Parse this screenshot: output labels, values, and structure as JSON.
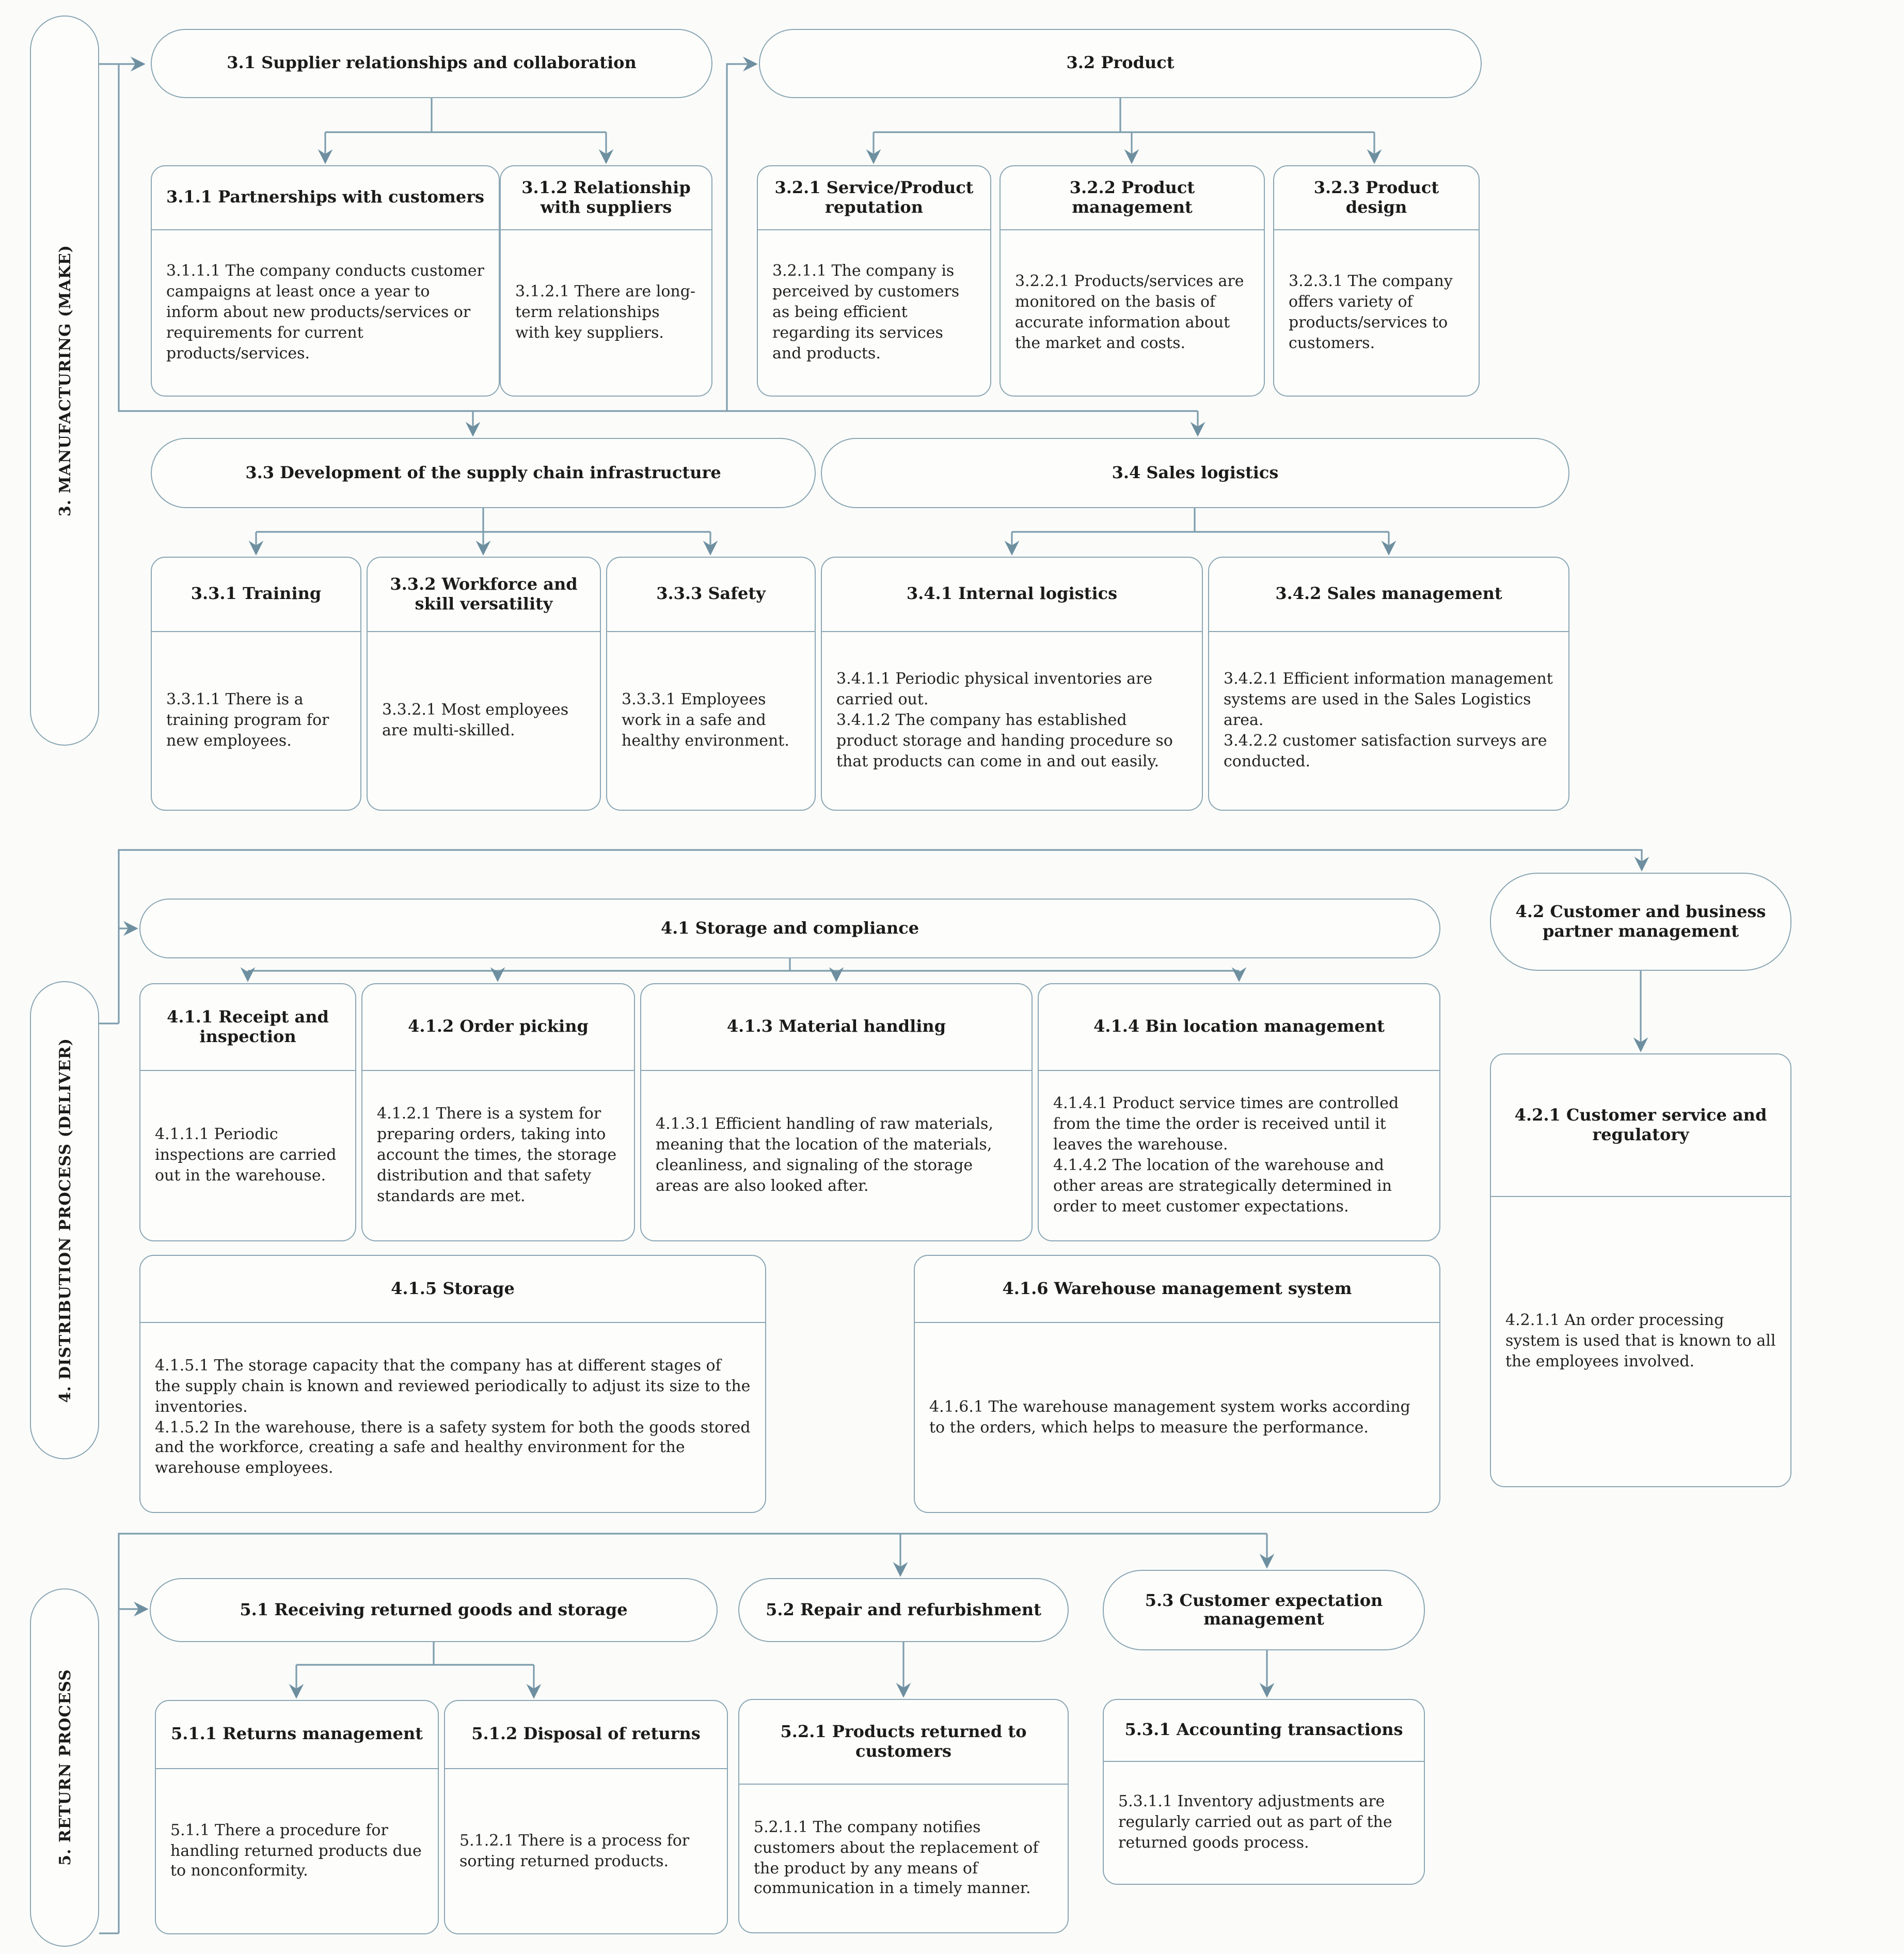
{
  "palette": {
    "box_border": "#8aa6b4",
    "connector": "#7e9dad",
    "arrowhead": "#6d8fa0",
    "background": "#fbfcfa",
    "text": "#1b1b1b"
  },
  "lanes": {
    "make": "3. MANUFACTURING (MAKE)",
    "deliver": "4. DISTRIBUTION PROCESS (DELIVER)",
    "return": "5. RETURN PROCESS"
  },
  "sections": {
    "make": {
      "groups": {
        "g31": {
          "title": "3.1 Supplier relationships and collaboration",
          "children": {
            "c311": {
              "title": "3.1.1 Partnerships with customers",
              "statements": [
                "3.1.1.1 The company conducts customer campaigns at least once a year to inform about new products/services or requirements for current products/services."
              ]
            },
            "c312": {
              "title": "3.1.2 Relationship with suppliers",
              "statements": [
                "3.1.2.1 There are long-term relationships with key suppliers."
              ]
            }
          }
        },
        "g32": {
          "title": "3.2 Product",
          "children": {
            "c321": {
              "title": "3.2.1 Service/Product reputation",
              "statements": [
                "3.2.1.1 The company is perceived by customers as being efficient regarding its services and products."
              ]
            },
            "c322": {
              "title": "3.2.2 Product management",
              "statements": [
                "3.2.2.1 Products/services are monitored on the basis of accurate information about the market and costs."
              ]
            },
            "c323": {
              "title": "3.2.3 Product design",
              "statements": [
                "3.2.3.1 The company offers variety of products/services to customers."
              ]
            }
          }
        },
        "g33": {
          "title": "3.3 Development of the supply chain infrastructure",
          "children": {
            "c331": {
              "title": "3.3.1 Training",
              "statements": [
                "3.3.1.1 There is a training program for new employees."
              ]
            },
            "c332": {
              "title": "3.3.2 Workforce and skill versatility",
              "statements": [
                "3.3.2.1 Most employees are multi-skilled."
              ]
            },
            "c333": {
              "title": "3.3.3 Safety",
              "statements": [
                "3.3.3.1 Employees work in a safe and healthy environment."
              ]
            }
          }
        },
        "g34": {
          "title": "3.4 Sales logistics",
          "children": {
            "c341": {
              "title": "3.4.1 Internal logistics",
              "statements": [
                "3.4.1.1 Periodic physical inventories are carried out.",
                "3.4.1.2 The company has established product storage and handing procedure so that products can come in and out easily."
              ]
            },
            "c342": {
              "title": "3.4.2 Sales management",
              "statements": [
                "3.4.2.1 Efficient information management systems are used in the Sales Logistics area.",
                "3.4.2.2 customer satisfaction surveys are conducted."
              ]
            }
          }
        }
      }
    },
    "deliver": {
      "groups": {
        "g41": {
          "title": "4.1 Storage and compliance",
          "children": {
            "c411": {
              "title": "4.1.1 Receipt and inspection",
              "statements": [
                "4.1.1.1 Periodic inspections are carried out in the warehouse."
              ]
            },
            "c412": {
              "title": "4.1.2 Order picking",
              "statements": [
                "4.1.2.1 There is a system for preparing orders, taking into account the times, the storage distribution and that safety standards are met."
              ]
            },
            "c413": {
              "title": "4.1.3 Material handling",
              "statements": [
                "4.1.3.1 Efficient handling of raw materials, meaning that the location of the materials, cleanliness, and signaling of the storage areas are also looked after."
              ]
            },
            "c414": {
              "title": "4.1.4 Bin location management",
              "statements": [
                "4.1.4.1 Product service times are controlled from the time the order is received until it leaves the warehouse.",
                "4.1.4.2 The location of the warehouse and other areas are strategically determined in order to meet customer expectations."
              ]
            },
            "c415": {
              "title": "4.1.5 Storage",
              "statements": [
                "4.1.5.1 The storage capacity that the company has at different stages of the supply chain is known and reviewed periodically to adjust its size to the inventories.",
                "4.1.5.2 In the warehouse, there is a safety system for both the goods stored and the workforce, creating a safe and healthy environment for the warehouse employees."
              ]
            },
            "c416": {
              "title": "4.1.6 Warehouse management system",
              "statements": [
                "4.1.6.1 The warehouse management system works according to the orders, which helps to measure the performance."
              ]
            }
          }
        },
        "g42": {
          "title": "4.2 Customer and business partner management",
          "children": {
            "c421": {
              "title": "4.2.1 Customer service and regulatory",
              "statements": [
                "4.2.1.1 An order processing system is used that is known to all the employees involved."
              ]
            }
          }
        }
      }
    },
    "return": {
      "groups": {
        "g51": {
          "title": "5.1 Receiving returned goods and storage",
          "children": {
            "c511": {
              "title": "5.1.1 Returns management",
              "statements": [
                "5.1.1 There a procedure for handling returned products due to nonconformity."
              ]
            },
            "c512": {
              "title": "5.1.2 Disposal of returns",
              "statements": [
                "5.1.2.1 There is a process for sorting returned products."
              ]
            }
          }
        },
        "g52": {
          "title": "5.2 Repair and refurbishment",
          "children": {
            "c521": {
              "title": "5.2.1 Products returned to customers",
              "statements": [
                "5.2.1.1 The company notifies customers about the replacement of the product by any means of communication in a timely manner."
              ]
            }
          }
        },
        "g53": {
          "title": "5.3 Customer expectation management",
          "children": {
            "c531": {
              "title": "5.3.1 Accounting transactions",
              "statements": [
                "5.3.1.1 Inventory adjustments are regularly carried out as part of the returned goods process."
              ]
            }
          }
        }
      }
    }
  }
}
